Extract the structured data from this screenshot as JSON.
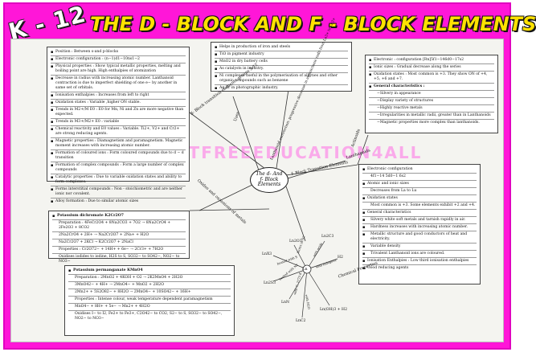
{
  "header": {
    "grade": "K - 12",
    "title": "THE D - BLOCK AND F - BLOCK ELEMENTS"
  },
  "watermark": "100PERCENTFREEEDUCATION4ALL",
  "center": {
    "line1": "The d- And",
    "line2": "f- Block",
    "line3": "Elements"
  },
  "branches": {
    "d_block": "d- Block transition elements groups 3-12",
    "uses": "Uses",
    "lanthanoid_contraction": "Lanthanoid contraction: progressive decrease in atomic/ionic radii from La3+ to Lu3+",
    "f_block": "f- Block Transition Elements",
    "lanthanoids": "Lanthanoids",
    "actinoids": "Actinoids",
    "oxides": "Oxides and oxoanions of metals",
    "chem_props": "Chemical Properties"
  },
  "d_block_props": [
    "Position : Between s-and p-blocks",
    "Electronic configuration : (n−1)d1−10ns1−2",
    "Physical properties : Show typical metallic properties, melting and boiling point are high. High enthalpies of atomization",
    "Decrease in radius with increasing atomic number. Lanthanoid contraction is due to imperfect shielding of one e− by another in same set of orbitals.",
    "Ionisation enthalpies : Increases from left to right",
    "Oxidation states : Variable ,higher ON stable.",
    "Trends in M2+/M E0 : E0 for Mn, Ni and Zn are more negative than expected.",
    "Trends in M3+/M2+ E0 : variable",
    "Chemical reactivity and E0 values : Variable. Ti2+, V2+ and Cr2+ are strong reducing agents.",
    "Magnetic properties : Diamagnetism and paramagnetism. Magnetic moment increases with increasing atomic number.",
    "Formation of coloured ions : Form coloured compounds due to d − d transition",
    "Formation of complex compounds : Form a large number of complex compounds",
    "Catalytic properties : Due to variable oxidation states and ability to form complexes.",
    "Forms interstitial compounds : Non - stoichiometric and are neither ionic nor covalent.",
    "Alloy formation : Due to similar atomic sizes"
  ],
  "uses_box": [
    "Helps in production of iron and steels",
    "TiO in pigment industry",
    "MnO2 in dry battery cells",
    "As catalysts in industry.",
    "Ni complexes useful in the polymerisation of alkynes and other organic compounds such as benzene",
    "Ag Br in photographic industry."
  ],
  "actinoids_box": [
    "Electronic : configuration [Rn]5f1−146d0−17s2",
    "Ionic sizes : Gradual decrease along the series",
    "Oxidation states : Most common is +3. They show ON of +4, +5, +6 and +7.",
    "General characteristics :",
    "−Silvery in appearance",
    "−Display variety of structures",
    "−Highly reactive metals",
    "−Irregularities in metallic radii, greater than in Lanthanoids",
    "−Magnetic properties more complex than lanthanoids."
  ],
  "lanthanoids_box": [
    "Electronic configuration",
    "4f1−14 5d0−1 6s2",
    "Atomic and ionic sizes",
    "Decreases from La to Lu",
    "Oxidation states",
    "Most common is +3. Some elements exhibit +2 and +4.",
    "General characteristics",
    "Silvery white soft metals and tarnish rapidly in air.",
    "Hardness increases with increasing atomic number.",
    "Metallic structure and good conductors of heat and electricity.",
    "Variable density",
    "Trivalent Lanthanoid ions are coloured.",
    "Ionisation Enthalpies : Low third ionisation enthalpies",
    "Good reducing agents"
  ],
  "dichromate_box": [
    "Potassium dichromate K2Cr2O7",
    "Preparation : 4FeCr2O4 + 8Na2CO3 + 7O2 → 8Na2CrO4 + 2Fe2O3 + 8CO2",
    "2Na2CrO4 + 2H+ → Na2Cr2O7 + 2Na+ + H2O",
    "Na2Cr2O7 + 2KCl → K2Cr2O7 + 2NaCl",
    "Properties : Cr2O72− + 14H+ + 6e− → 2Cr3+ + 7H2O",
    "Oxidises iodides to iodine, H2S to S, SO32− to SO42−, NO2− to NO3−"
  ],
  "permanganate_box": [
    "Potassium permanganate KMnO4",
    "Preparation : 2MnO2 + 4KOH + O2 → 2K2MnO4 + 2H2O",
    "3MnO42− + 4H+ → 2MnO4− + MnO2 + 2H2O",
    "2Mn2+ + 5S2O82− + 8H2O → 2MnO4− + 10SO42− + 16H+",
    "Properties : Intense colour, weak temperature dependent paramagnetism",
    "MnO4− + 8H+ + 5e− → Mn2+ + 4H2O",
    "Oxidises I− to I2, Fe2+ to Fe3+, C2O42− to CO2, S2− to S, SO32− to SO42−, NO2− to NO3−"
  ],
  "reactions": {
    "center": "Ln",
    "products": [
      "Ln2O3",
      "LnX3",
      "Ln2S3",
      "LnN",
      "LnC2",
      "Ln(OH)3 + H2",
      "H2",
      "Ln2C3"
    ],
    "labels": [
      "burns in O2",
      "heated with S",
      "heated with N2",
      "with C, 2773 K",
      "with H2O",
      "with halogens",
      "with acids"
    ]
  }
}
